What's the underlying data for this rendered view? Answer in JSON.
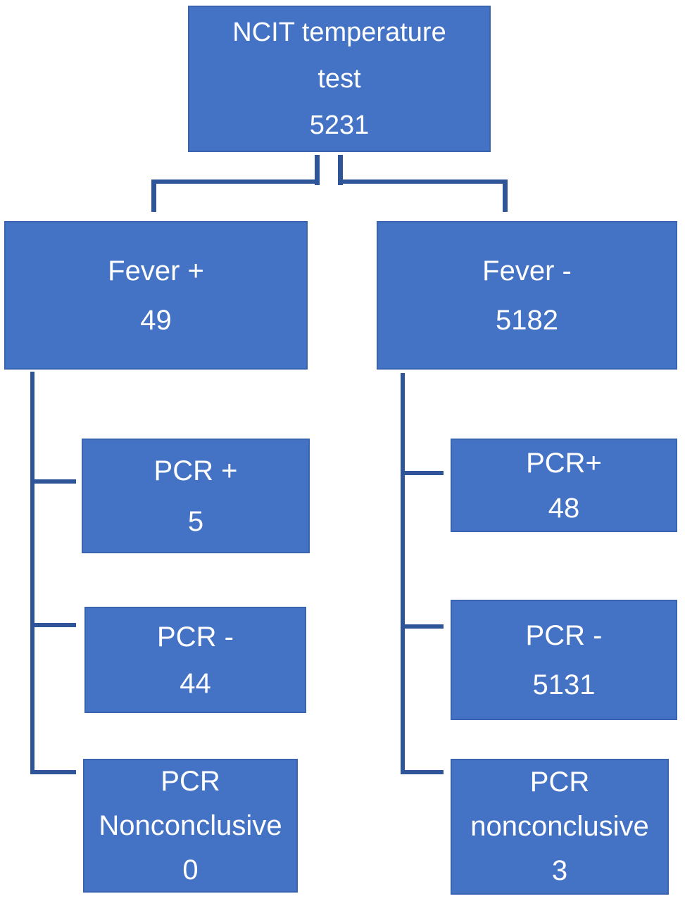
{
  "diagram": {
    "type": "flowchart",
    "colors": {
      "box_fill": "#4472C4",
      "box_border": "#3A64B0",
      "box_text": "#FFFFFF",
      "connector": "#2E5597",
      "background": "#FFFFFF"
    },
    "nodes": {
      "root": {
        "lines": [
          "NCIT temperature",
          "test",
          "5231"
        ],
        "label": "NCIT temperature test",
        "count": "5231"
      },
      "fever_positive": {
        "lines": [
          "Fever +",
          "49"
        ],
        "label": "Fever +",
        "count": "49"
      },
      "fever_negative": {
        "lines": [
          "Fever -",
          "5182"
        ],
        "label": "Fever -",
        "count": "5182"
      },
      "fever_pos_pcr_positive": {
        "lines": [
          "PCR +",
          "5"
        ],
        "label": "PCR +",
        "count": "5"
      },
      "fever_pos_pcr_negative": {
        "lines": [
          "PCR -",
          "44"
        ],
        "label": "PCR -",
        "count": "44"
      },
      "fever_pos_pcr_nonconclusive": {
        "lines": [
          "PCR",
          "Nonconclusive",
          "0"
        ],
        "label": "PCR Nonconclusive",
        "count": "0"
      },
      "fever_neg_pcr_positive": {
        "lines": [
          "PCR+",
          "48"
        ],
        "label": "PCR+",
        "count": "48"
      },
      "fever_neg_pcr_negative": {
        "lines": [
          "PCR -",
          "5131"
        ],
        "label": "PCR -",
        "count": "5131"
      },
      "fever_neg_pcr_nonconclusive": {
        "lines": [
          "PCR",
          "nonconclusive",
          "3"
        ],
        "label": "PCR nonconclusive",
        "count": "3"
      }
    }
  }
}
